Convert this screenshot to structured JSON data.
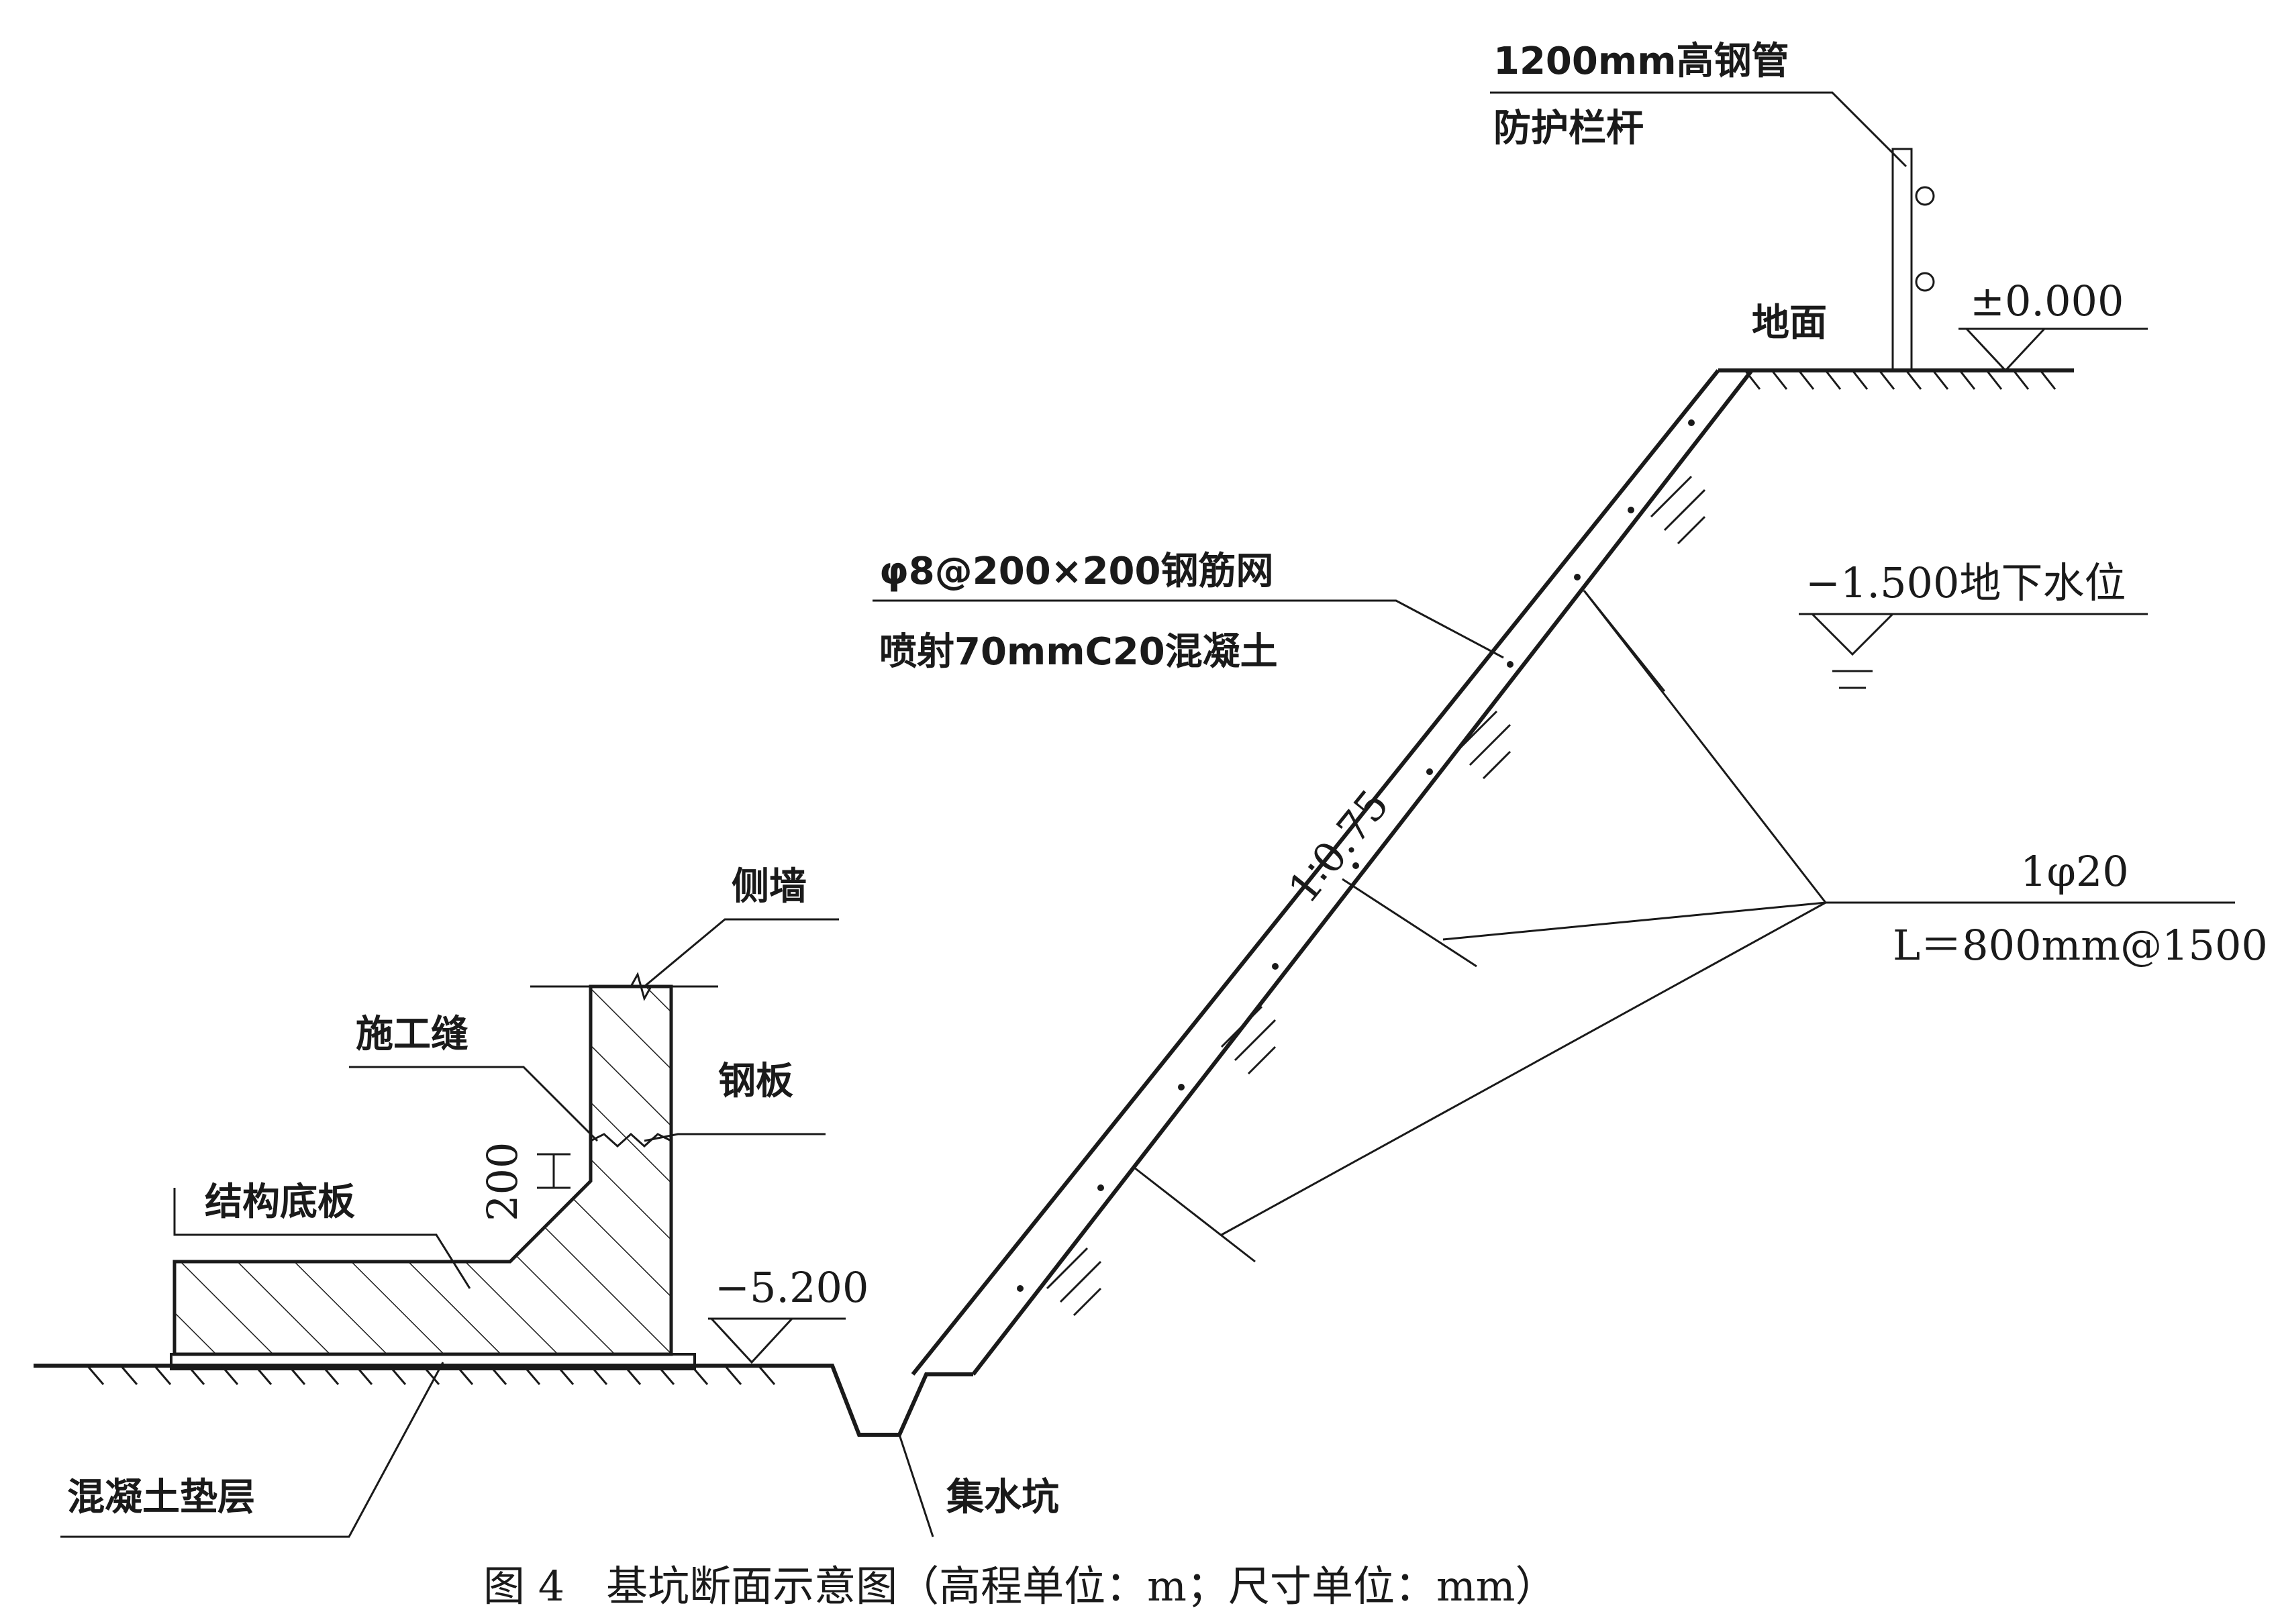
{
  "labels": {
    "guardrail_line1": "1200mm高钢管",
    "guardrail_line2": "防护栏杆",
    "ground": "地面",
    "elev_ground": "±0.000",
    "mesh_line1": "φ8@200×200钢筋网",
    "mesh_line2": "喷射70mmC20混凝土",
    "groundwater": "−1.500地下水位",
    "slope_ratio": "1∶0.75",
    "nail_line1": "1φ20",
    "nail_line2": "L＝800mm@1500",
    "side_wall": "侧墙",
    "construction_joint": "施工缝",
    "steel_plate": "钢板",
    "dim_200": "200",
    "base_slab": "结构底板",
    "elev_bottom": "−5.200",
    "cushion": "混凝土垫层",
    "sump": "集水坑"
  },
  "caption": "图 4　基坑断面示意图（高程单位：m；尺寸单位：mm）"
}
